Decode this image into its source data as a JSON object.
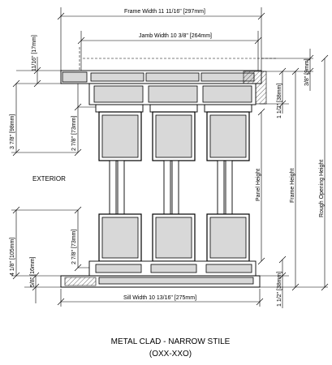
{
  "dimensions": {
    "frame_width": "Frame Width 11 11/16\" [297mm]",
    "jamb_width": "Jamb Width 10 3/8\" [264mm]",
    "sill_width": "Sill Width 10 13/16\" [275mm]",
    "left_11_16": "11/16\" [17mm]",
    "left_3_7_8": "3 7/8\" [98mm]",
    "left_4_1_8": "4 1/8\" [105mm]",
    "left_5_8": "5/8\" [16mm]",
    "inner_top_2_7_8": "2 7/8\" [73mm]",
    "inner_bot_2_7_8": "2 7/8\" [73mm]",
    "right_top_1_1_2": "1 1/2\" [38mm]",
    "right_top_3_8": "3/8\" [9mm]",
    "right_bot_1_1_2": "1 1/2\" [38mm]",
    "panel_height": "Panel Height",
    "frame_height": "Frame Height",
    "rough_opening_height": "Rough Opening Height"
  },
  "labels": {
    "exterior": "EXTERIOR"
  },
  "caption": {
    "line1": "METAL CLAD - NARROW STILE",
    "line2": "(OXX-XXO)"
  }
}
